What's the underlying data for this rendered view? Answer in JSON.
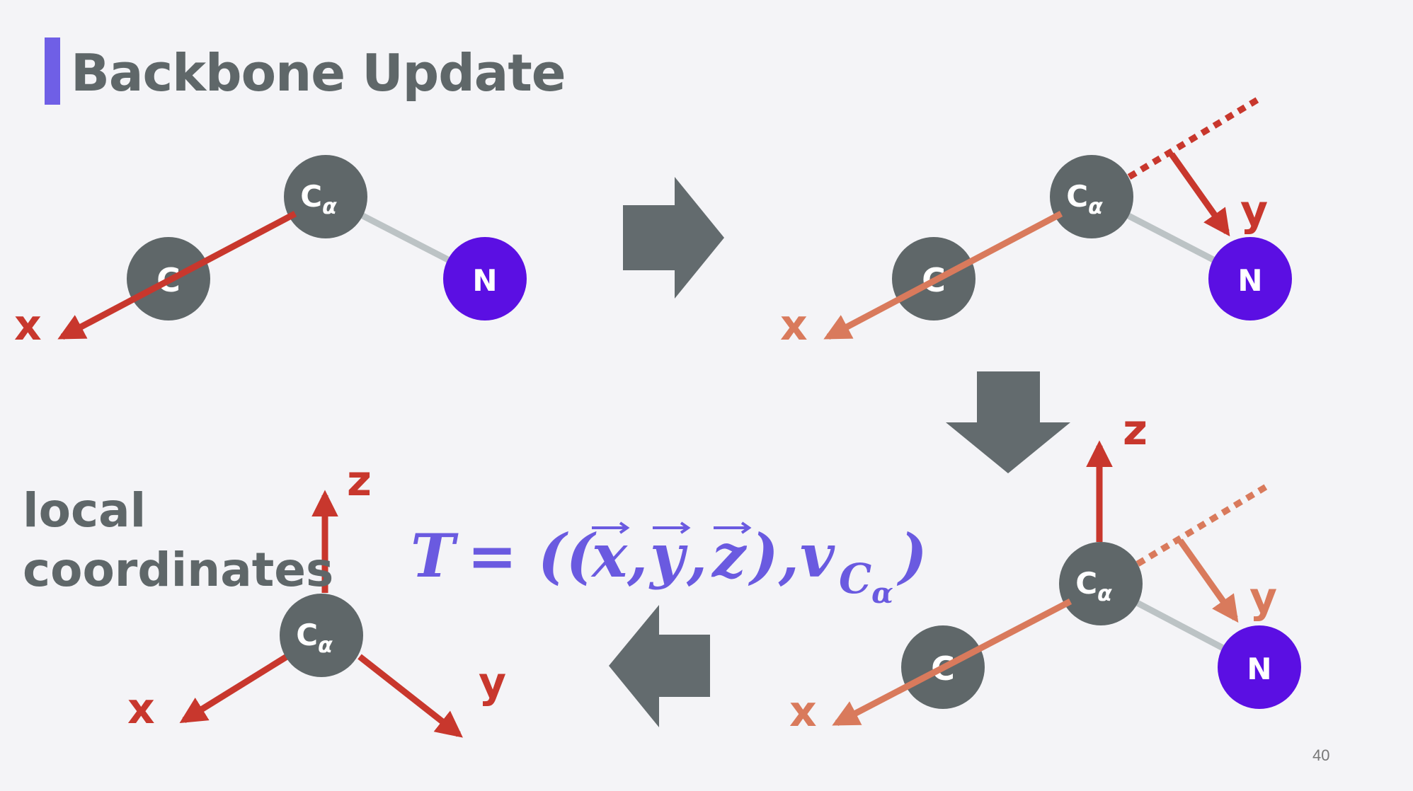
{
  "slide": {
    "title": "Backbone Update",
    "page_number": "40",
    "local_label_line1": "local",
    "local_label_line2": "coordinates"
  },
  "atoms": {
    "c_alpha": "C",
    "alpha_sub": "α",
    "c": "C",
    "n": "N"
  },
  "axes": {
    "x": "x",
    "y": "y",
    "z": "z"
  },
  "equation": {
    "lhs": "T",
    "equals": "=",
    "open": "((",
    "x": "x",
    "comma1": ",",
    "y": "y",
    "comma2": ",",
    "z": "z",
    "close_inner": "),",
    "v": "v",
    "v_sub": "C",
    "v_subsub": "α",
    "close": ")"
  },
  "colors": {
    "title_accent": "#6f5fe6",
    "text_gray": "#5f6769",
    "atom_gray": "#5f6769",
    "n_atom": "#5b0fe3",
    "axis_red": "#c8372d",
    "axis_salmon": "#d97a5c",
    "bond": "#bcc3c5",
    "block_arrow": "#636b6e",
    "equation": "#6a5ae0"
  }
}
